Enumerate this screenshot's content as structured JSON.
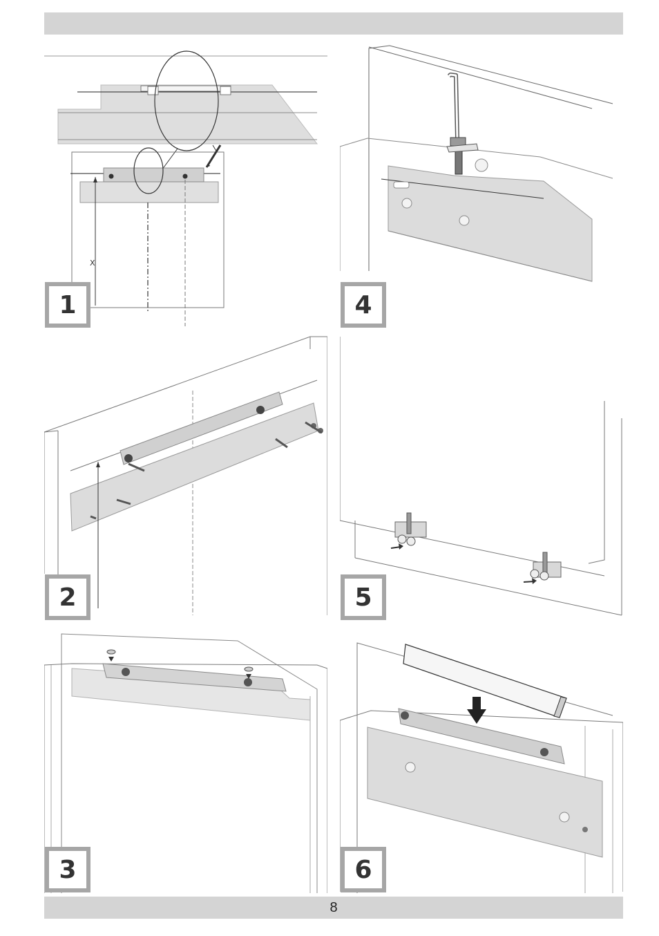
{
  "header": {
    "text": ""
  },
  "footer": {
    "page_number": "8"
  },
  "steps": [
    {
      "number": "1",
      "dimension_label": "X"
    },
    {
      "number": "2"
    },
    {
      "number": "3"
    },
    {
      "number": "4"
    },
    {
      "number": "5"
    },
    {
      "number": "6"
    }
  ],
  "icons": [
    "pencil-icon",
    "allen-key-icon",
    "screw-icon",
    "push-arrow-icon",
    "down-arrow-icon"
  ]
}
